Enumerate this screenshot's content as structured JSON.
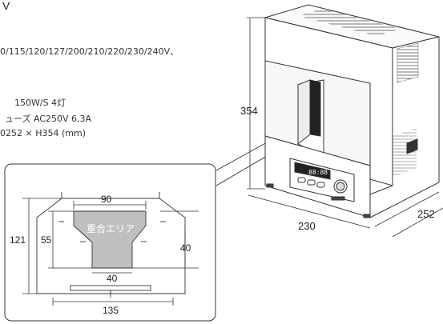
{
  "header_fragment": "V",
  "specs": [
    "0/115/120/127/200/210/220/230/240V、",
    "150W/S 4灯",
    "ューズ AC250V 6.3A",
    "0252 × H354 (mm)"
  ],
  "overlap_label": "重合エリア",
  "dimensions": {
    "height": "354",
    "width": "230",
    "depth": "252",
    "area_top": "90",
    "area_left_outer": "121",
    "area_left_inner": "55",
    "area_right": "40",
    "area_bottom": "40",
    "base_width": "135"
  },
  "display_readout": "88:88"
}
